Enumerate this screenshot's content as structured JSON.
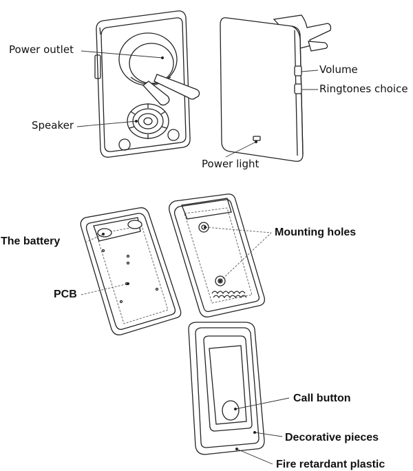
{
  "labels": {
    "power_outlet": "Power outlet",
    "speaker": "Speaker",
    "volume": "Volume",
    "ringtones_choice": "Ringtones choice",
    "power_light": "Power light",
    "the_battery": "The battery",
    "pcb": "PCB",
    "mounting_holes": "Mounting holes",
    "call_button": "Call button",
    "decorative_pieces": "Decorative pieces",
    "fire_retardant_plastic": "Fire retardant plastic"
  },
  "colors": {
    "line": "#222222",
    "background": "#ffffff"
  }
}
